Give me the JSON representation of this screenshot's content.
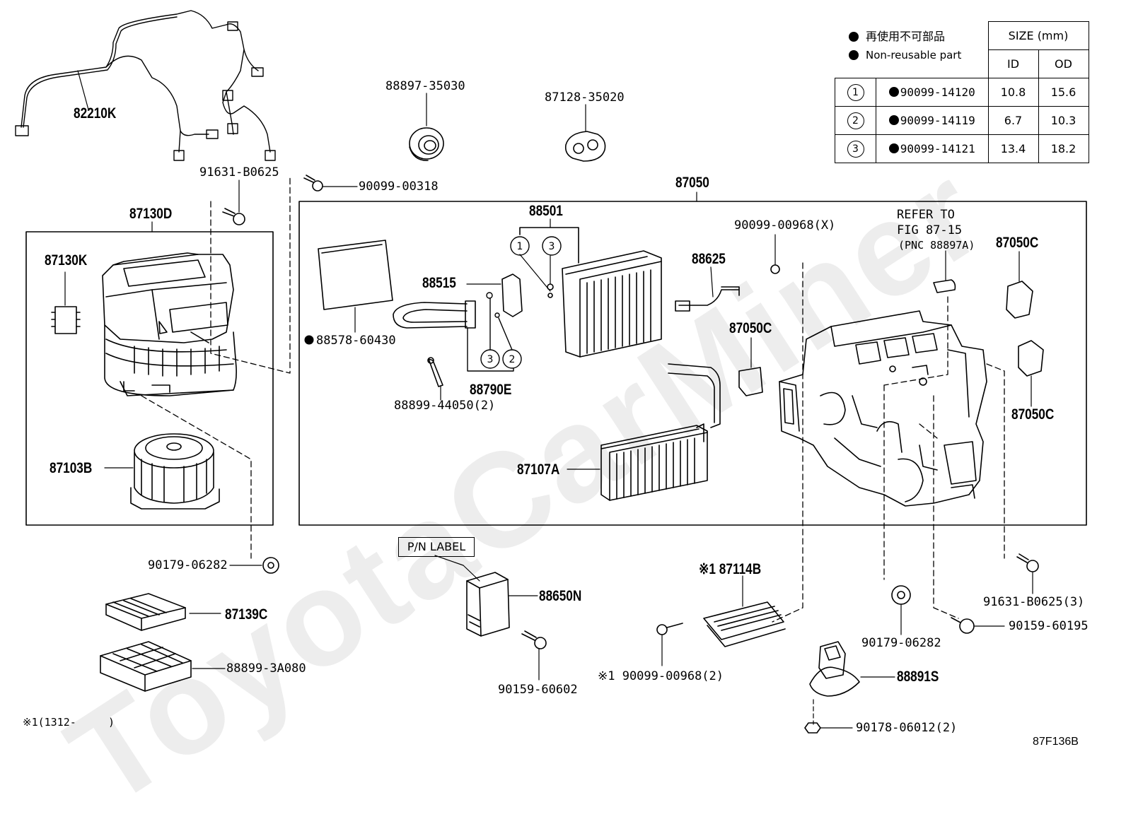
{
  "watermark": "ToyotaCarMiner",
  "legend": {
    "japanese": "再使用不可部品",
    "english": "Non-reusable part"
  },
  "size_table": {
    "header": "SIZE (mm)",
    "id_label": "ID",
    "od_label": "OD",
    "rows": [
      {
        "ref": "1",
        "part": "90099-14120",
        "id": "10.8",
        "od": "15.6"
      },
      {
        "ref": "2",
        "part": "90099-14119",
        "id": "6.7",
        "od": "10.3"
      },
      {
        "ref": "3",
        "part": "90099-14121",
        "id": "13.4",
        "od": "18.2"
      }
    ]
  },
  "refer_note": {
    "line1": "REFER TO",
    "line2": "FIG 87-15",
    "line3": "(PNC 88897A)"
  },
  "pn_label": "P/N LABEL",
  "footnote": "※1(1312-     )",
  "figure_id": "87F136B",
  "callouts": {
    "c1": "1",
    "c2": "2",
    "c3": "3"
  },
  "parts": {
    "p82210K": "82210K",
    "p91631_B0625": "91631-B0625",
    "p90099_00318": "90099-00318",
    "p88897_35030": "88897-35030",
    "p87128_35020": "87128-35020",
    "p87050": "87050",
    "p87130D": "87130D",
    "p87130K": "87130K",
    "p87103B": "87103B",
    "p88501": "88501",
    "p88515": "88515",
    "p88578_60430": "88578-60430",
    "p88790E": "88790E",
    "p88899_44050": "88899-44050(2)",
    "p88625": "88625",
    "p90099_00968X": "90099-00968(X)",
    "p87050C_a": "87050C",
    "p87050C_b": "87050C",
    "p87050C_c": "87050C",
    "p87107A": "87107A",
    "p90179_06282_a": "90179-06282",
    "p87139C": "87139C",
    "p88899_3A080": "88899-3A080",
    "p88650N": "88650N",
    "p90159_60602": "90159-60602",
    "p87114B": "※1 87114B",
    "p90099_00968_2": "※1 90099-00968(2)",
    "p90179_06282_b": "90179-06282",
    "p88891S": "88891S",
    "p90178_06012": "90178-06012(2)",
    "p90159_60195": "90159-60195",
    "p91631_B0625_3": "91631-B0625(3)"
  }
}
